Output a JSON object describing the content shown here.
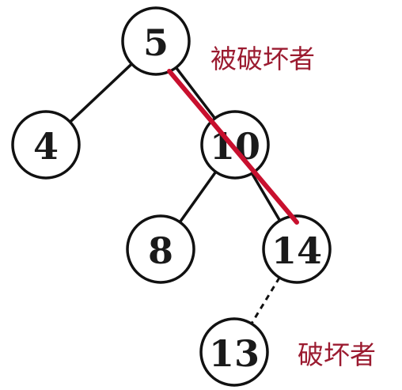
{
  "colors": {
    "node_stroke": "#111111",
    "node_text": "#1a1a1a",
    "accent_red": "#c8102e",
    "annotation_text": "#9b1b30"
  },
  "tree": {
    "nodes": {
      "n5": "5",
      "n4": "4",
      "n10": "10",
      "n8": "8",
      "n14": "14",
      "n13": "13"
    },
    "edges": [
      {
        "from": "n5",
        "to": "n4",
        "style": "solid"
      },
      {
        "from": "n5",
        "to": "n10",
        "style": "solid"
      },
      {
        "from": "n10",
        "to": "n8",
        "style": "solid"
      },
      {
        "from": "n10",
        "to": "n14",
        "style": "solid"
      },
      {
        "from": "n14",
        "to": "n13",
        "style": "dashed"
      }
    ],
    "highlight": {
      "from": "n5",
      "to": "n14",
      "color": "#c8102e"
    }
  },
  "annotations": {
    "violator": "被破坏者",
    "violating": "破坏者"
  }
}
